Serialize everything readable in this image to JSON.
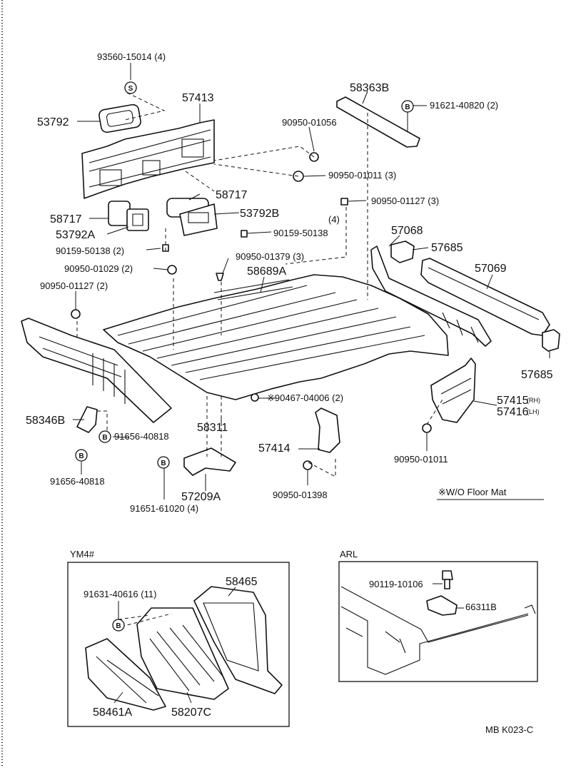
{
  "labels": {
    "p93560": "93560-15014 (4)",
    "p57413": "57413",
    "p53792": "53792",
    "p58717a": "58717",
    "p58717b": "58717",
    "p53792A": "53792A",
    "p53792B": "53792B",
    "p90159a": "90159-50138 (2)",
    "p90159b": "90159-50138",
    "p90950_01029": "90950-01029 (2)",
    "p90950_01127a": "90950-01127 (2)",
    "p90950_01056": "90950-01056",
    "p90950_01011a": "90950-01011 (3)",
    "p90950_01127b": "90950-01127 (3)",
    "p4": "(4)",
    "p58363B": "58363B",
    "p91621": "91621-40820 (2)",
    "p57068": "57068",
    "p57685a": "57685",
    "p57069": "57069",
    "p57685b": "57685",
    "p90950_01379": "90950-01379 (3)",
    "p58689A": "58689A",
    "p90467": "※90467-04006 (2)",
    "p57415": "57415",
    "p57415s": "(RH)",
    "p57416": "57416",
    "p57416s": "(LH)",
    "p90950_01011b": "90950-01011",
    "p58346B": "58346B",
    "p91656a": "91656-40818",
    "p91656b": "91656-40818",
    "p58311": "58311",
    "p57414": "57414",
    "p90950_01398": "90950-01398",
    "p91651": "91651-61020 (4)",
    "p57209A": "57209A",
    "note": "※W/O Floor Mat",
    "ym4_title": "YM4#",
    "p58465": "58465",
    "p91631": "91631-40616 (11)",
    "p58461A": "58461A",
    "p58207C": "58207C",
    "arl_title": "ARL",
    "p90119": "90119-10106",
    "p66311B": "66311B",
    "footer_code": "MB  K023-C"
  },
  "symbols": {
    "s": "S",
    "b": "B"
  }
}
